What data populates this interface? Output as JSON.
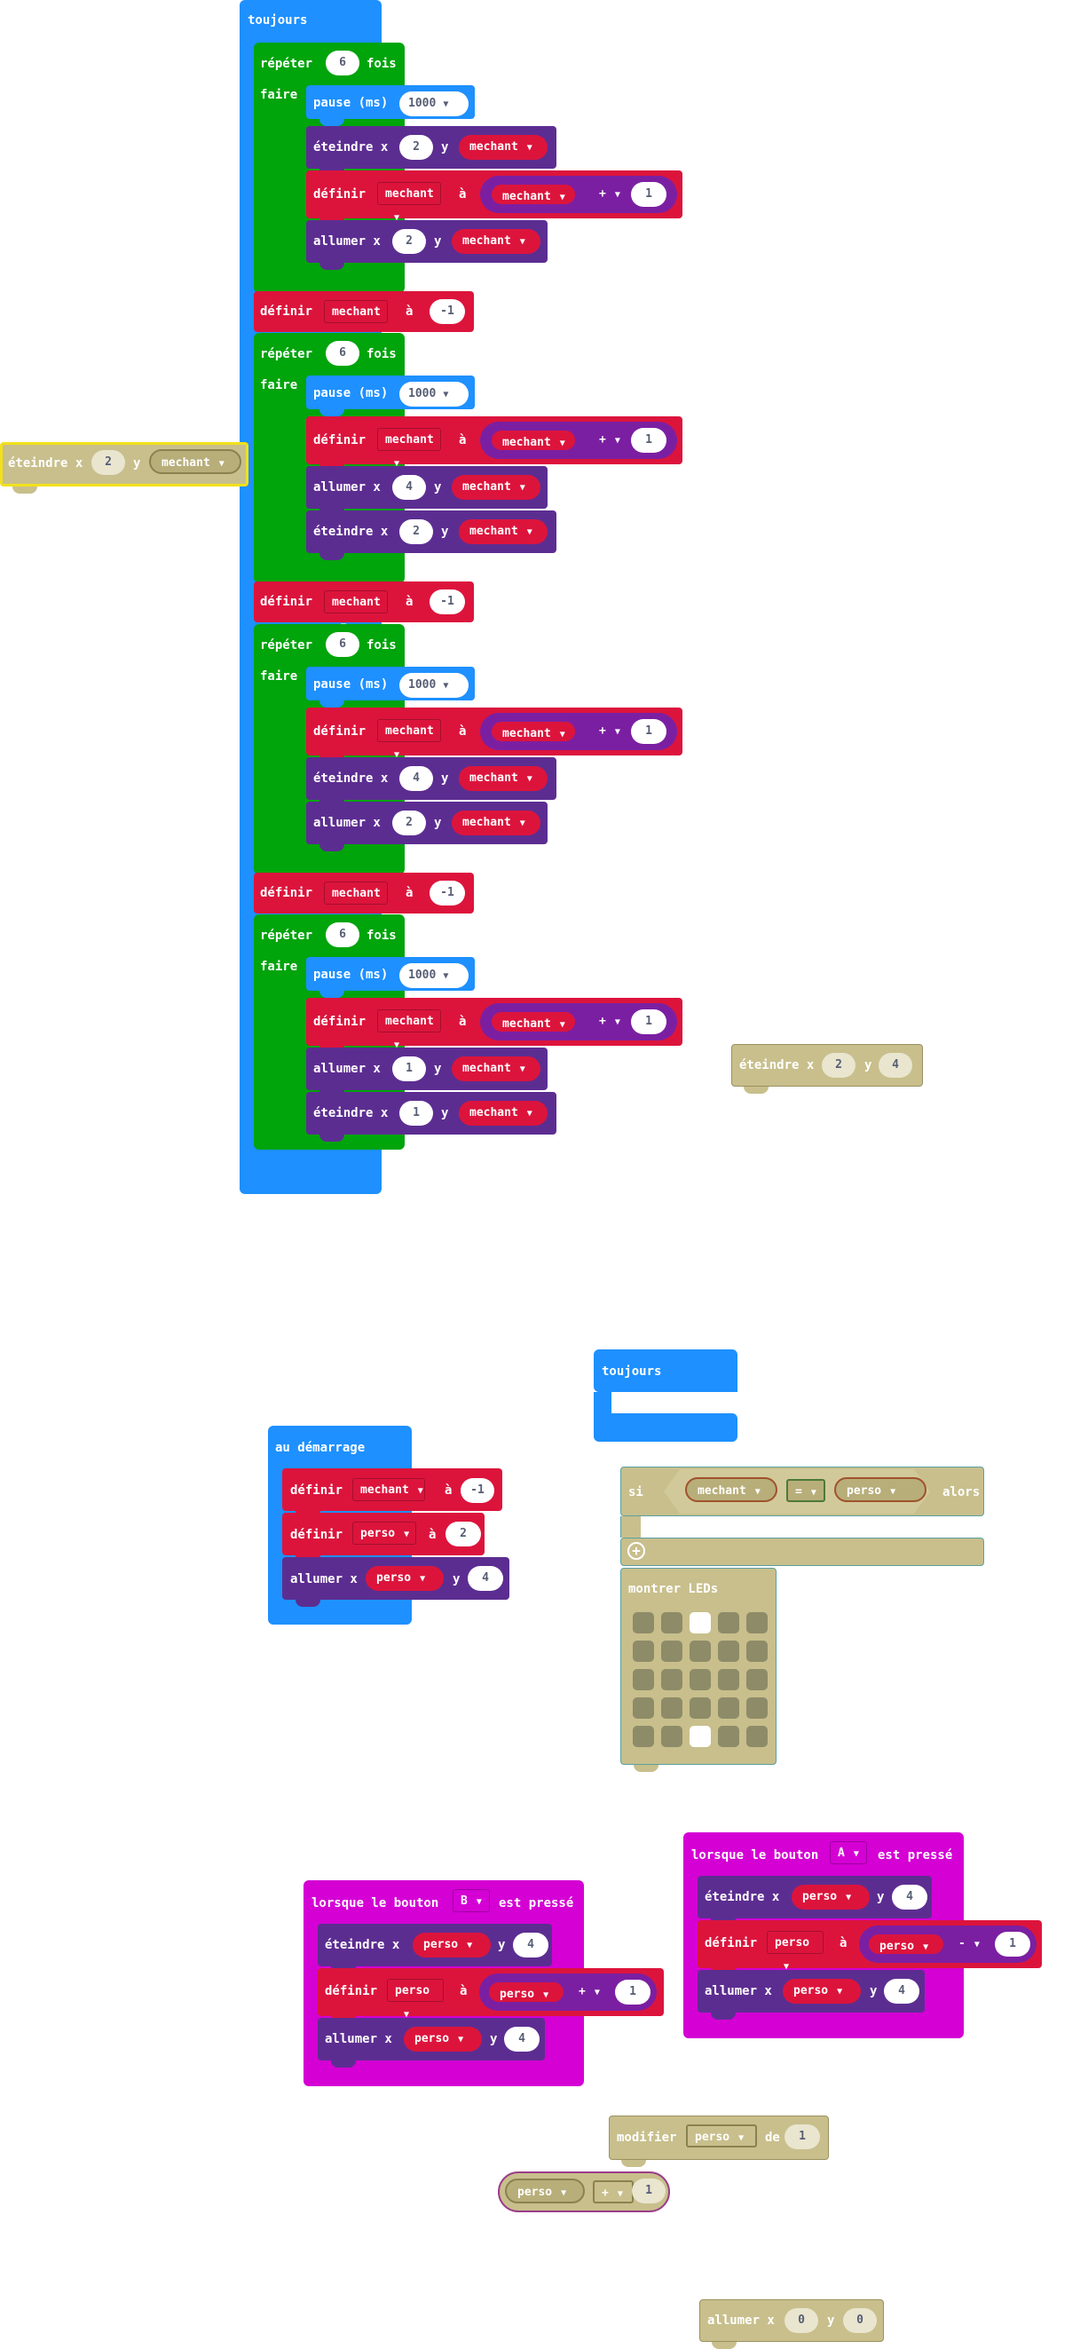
{
  "colors": {
    "loop_blue": "#1E90FF",
    "repeat_green": "#00A40B",
    "variable_red": "#DC143C",
    "led_purple": "#5C2D91",
    "math_purple": "#7B1FA2",
    "input_magenta": "#D400D4",
    "disabled_khaki": "#C8BF8C",
    "slot_white": "#FFFFFF"
  },
  "forever_main": {
    "label": "toujours",
    "groups": [
      {
        "repeat": {
          "label": "répéter",
          "count": "6",
          "suffix": "fois",
          "do": "faire"
        },
        "pause": {
          "label": "pause (ms)",
          "value": "1000"
        },
        "rows": [
          {
            "type": "eteindre",
            "label": "éteindre x",
            "x": "2",
            "y_label": "y",
            "var": "mechant"
          },
          {
            "type": "definir",
            "label": "définir",
            "var": "mechant",
            "a": "à",
            "expr_var": "mechant",
            "op": "+",
            "value": "1"
          },
          {
            "type": "allumer",
            "label": "allumer x",
            "x": "2",
            "y_label": "y",
            "var": "mechant"
          }
        ],
        "after": {
          "label": "définir",
          "var": "mechant",
          "a": "à",
          "value": "-1"
        }
      },
      {
        "repeat": {
          "label": "répéter",
          "count": "6",
          "suffix": "fois",
          "do": "faire"
        },
        "pause": {
          "label": "pause (ms)",
          "value": "1000"
        },
        "rows": [
          {
            "type": "definir",
            "label": "définir",
            "var": "mechant",
            "a": "à",
            "expr_var": "mechant",
            "op": "+",
            "value": "1"
          },
          {
            "type": "allumer",
            "label": "allumer x",
            "x": "4",
            "y_label": "y",
            "var": "mechant"
          },
          {
            "type": "eteindre",
            "label": "éteindre x",
            "x": "2",
            "y_label": "y",
            "var": "mechant"
          }
        ],
        "after": {
          "label": "définir",
          "var": "mechant",
          "a": "à",
          "value": "-1"
        }
      },
      {
        "repeat": {
          "label": "répéter",
          "count": "6",
          "suffix": "fois",
          "do": "faire"
        },
        "pause": {
          "label": "pause (ms)",
          "value": "1000"
        },
        "rows": [
          {
            "type": "definir",
            "label": "définir",
            "var": "mechant",
            "a": "à",
            "expr_var": "mechant",
            "op": "+",
            "value": "1"
          },
          {
            "type": "eteindre",
            "label": "éteindre x",
            "x": "4",
            "y_label": "y",
            "var": "mechant"
          },
          {
            "type": "allumer",
            "label": "allumer x",
            "x": "2",
            "y_label": "y",
            "var": "mechant"
          }
        ],
        "after": {
          "label": "définir",
          "var": "mechant",
          "a": "à",
          "value": "-1"
        }
      },
      {
        "repeat": {
          "label": "répéter",
          "count": "6",
          "suffix": "fois",
          "do": "faire"
        },
        "pause": {
          "label": "pause (ms)",
          "value": "1000"
        },
        "rows": [
          {
            "type": "definir",
            "label": "définir",
            "var": "mechant",
            "a": "à",
            "expr_var": "mechant",
            "op": "+",
            "value": "1"
          },
          {
            "type": "allumer",
            "label": "allumer x",
            "x": "1",
            "y_label": "y",
            "var": "mechant"
          },
          {
            "type": "eteindre",
            "label": "éteindre x",
            "x": "1",
            "y_label": "y",
            "var": "mechant"
          }
        ],
        "after": null
      }
    ]
  },
  "floating_eteindre_left": {
    "label": "éteindre x",
    "x": "2",
    "y_label": "y",
    "var": "mechant"
  },
  "floating_eteindre_right": {
    "label": "éteindre x",
    "x": "2",
    "y_label": "y",
    "y": "4"
  },
  "forever_small": {
    "label": "toujours"
  },
  "on_start": {
    "label": "au démarrage",
    "rows": [
      {
        "label": "définir",
        "var": "mechant",
        "a": "à",
        "value": "-1"
      },
      {
        "label": "définir",
        "var": "perso",
        "a": "à",
        "value": "2"
      },
      {
        "label": "allumer x",
        "var": "perso",
        "y_label": "y",
        "value": "4"
      }
    ]
  },
  "if_block": {
    "si": "si",
    "left_var": "mechant",
    "op": "=",
    "right_var": "perso",
    "alors": "alors",
    "plus": "+"
  },
  "show_leds": {
    "label": "montrer LEDs",
    "grid": [
      [
        0,
        0,
        1,
        0,
        0
      ],
      [
        0,
        0,
        0,
        0,
        0
      ],
      [
        0,
        0,
        0,
        0,
        0
      ],
      [
        0,
        0,
        0,
        0,
        0
      ],
      [
        0,
        0,
        1,
        0,
        0
      ]
    ]
  },
  "button_b": {
    "label": "lorsque le bouton",
    "button": "B",
    "suffix": "est pressé",
    "rows": [
      {
        "label": "éteindre x",
        "var": "perso",
        "y_label": "y",
        "value": "4"
      },
      {
        "label": "définir",
        "var": "perso",
        "a": "à",
        "expr_var": "perso",
        "op": "+",
        "value": "1"
      },
      {
        "label": "allumer x",
        "var": "perso",
        "y_label": "y",
        "value": "4"
      }
    ]
  },
  "button_a": {
    "label": "lorsque le bouton",
    "button": "A",
    "suffix": "est pressé",
    "rows": [
      {
        "label": "éteindre x",
        "var": "perso",
        "y_label": "y",
        "value": "4"
      },
      {
        "label": "définir",
        "var": "perso",
        "a": "à",
        "expr_var": "perso",
        "op": "-",
        "value": "1"
      },
      {
        "label": "allumer x",
        "var": "perso",
        "y_label": "y",
        "value": "4"
      }
    ]
  },
  "modifier": {
    "label": "modifier",
    "var": "perso",
    "de": "de",
    "value": "1"
  },
  "expr_floating": {
    "var": "perso",
    "op": "+",
    "value": "1"
  },
  "allumer_floating": {
    "label": "allumer x",
    "x": "0",
    "y_label": "y",
    "y": "0"
  }
}
